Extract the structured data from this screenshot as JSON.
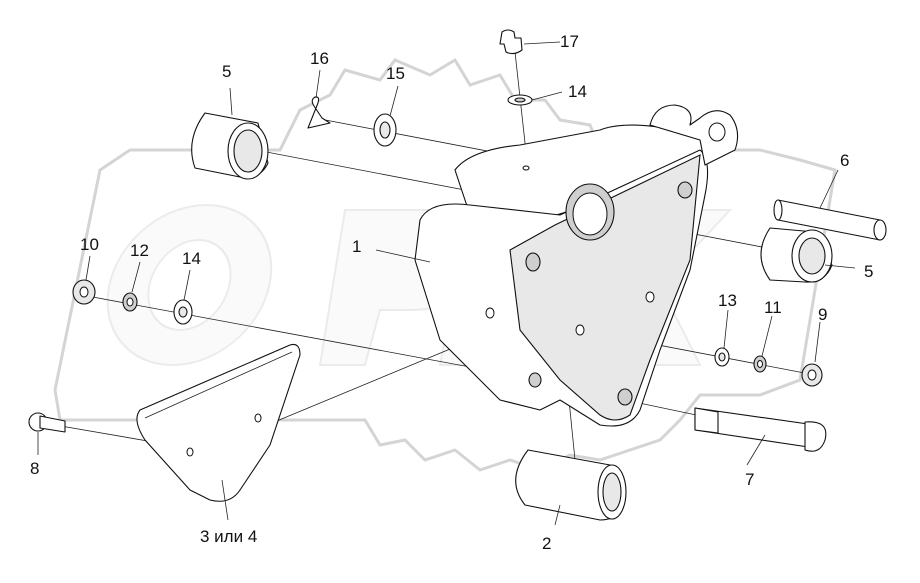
{
  "diagram": {
    "watermark": "OPEX",
    "labels": {
      "l1": "1",
      "l2": "2",
      "l3": "3 или 4",
      "l5a": "5",
      "l5b": "5",
      "l6": "6",
      "l7": "7",
      "l8": "8",
      "l9": "9",
      "l10": "10",
      "l11": "11",
      "l12": "12",
      "l13": "13",
      "l14a": "14",
      "l14b": "14",
      "l15": "15",
      "l16": "16",
      "l17": "17"
    }
  }
}
